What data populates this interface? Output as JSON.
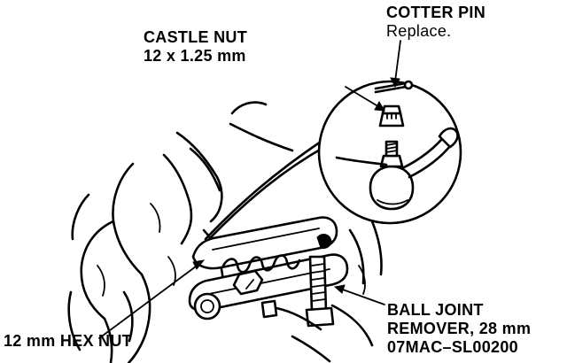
{
  "labels": {
    "cotter_pin": {
      "title": "COTTER PIN",
      "note": "Replace."
    },
    "castle_nut": {
      "title": "CASTLE NUT",
      "spec": "12 x 1.25 mm"
    },
    "hex_nut": {
      "title": "12 mm HEX NUT"
    },
    "remover": {
      "line1": "BALL JOINT",
      "line2": "REMOVER, 28 mm",
      "code": "07MAC–SL00200"
    }
  }
}
